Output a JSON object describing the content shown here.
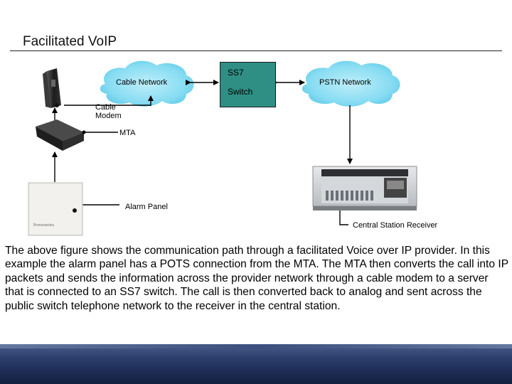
{
  "slide": {
    "title": "Facilitated VoIP",
    "paragraph": "The above figure shows the communication path through a facilitated Voice over IP provider.  In this example the alarm panel has a POTS connection from the MTA.  The MTA then converts the call into IP packets and sends the information across the provider network through a cable modem to a server that is connected to an SS7 switch.  The call is then converted back to analog and sent across the public switch telephone network to the receiver in the central station."
  },
  "diagram": {
    "cable_network": "Cable Network",
    "ss7_line1": "SS7",
    "ss7_line2": "Switch",
    "pstn_network": "PSTN Network",
    "cable_modem_line1": "Cable",
    "cable_modem_line2": "Modem",
    "mta": "MTA",
    "alarm_panel": "Alarm Panel",
    "central_station_receiver": "Central Station Receiver"
  },
  "colors": {
    "cloud": "#7fd8f0",
    "switch_box": "#2f8f84",
    "footer": "#1d2c56"
  }
}
